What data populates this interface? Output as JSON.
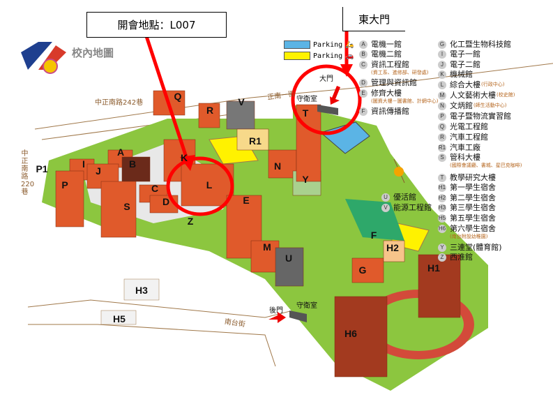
{
  "callouts": {
    "meeting": "開會地點：L007",
    "east_gate": "東大門"
  },
  "map_title": "校內地圖",
  "parking": [
    {
      "label": "Parking",
      "color": "#5bb4e5",
      "icon": "scooter-icon"
    },
    {
      "label": "Parking",
      "color": "#fff200",
      "icon": "car-icon"
    }
  ],
  "legend_left": [
    {
      "code": "A",
      "name": "電機一館"
    },
    {
      "code": "B",
      "name": "電機二館"
    },
    {
      "code": "C",
      "name": "資訊工程館",
      "note": "(資工系、進修部、研發處)"
    },
    {
      "code": "D",
      "name": "管理與資訊館"
    },
    {
      "code": "E",
      "name": "修齊大樓",
      "note": "(圖資大樓－圖書館、計網中心)"
    },
    {
      "code": "F",
      "name": "資訊傳播館"
    }
  ],
  "legend_uv": [
    {
      "code": "U",
      "name": "優活館"
    },
    {
      "code": "V",
      "name": "能源工程館"
    }
  ],
  "legend_right": [
    {
      "code": "G",
      "name": "化工暨生物科技館"
    },
    {
      "code": "I",
      "name": "電子一館"
    },
    {
      "code": "J",
      "name": "電子二館"
    },
    {
      "code": "K",
      "name": "機械館"
    },
    {
      "code": "L",
      "name": "綜合大樓",
      "note": "(行政中心)"
    },
    {
      "code": "M",
      "name": "人文藝術大樓",
      "note": "(校史館)"
    },
    {
      "code": "N",
      "name": "文炳館",
      "note": "(師生活動中心)"
    },
    {
      "code": "P",
      "name": "電子暨物流實習館"
    },
    {
      "code": "Q",
      "name": "光電工程館"
    },
    {
      "code": "R",
      "name": "汽車工程館"
    },
    {
      "code": "R1",
      "name": "汽車工廠"
    },
    {
      "code": "S",
      "name": "管科大樓",
      "note": "(國際會議廳、書城、星巴克咖啡)"
    },
    {
      "code": "T",
      "name": "教學研究大樓"
    },
    {
      "code": "H1",
      "name": "第一學生宿舍"
    },
    {
      "code": "H2",
      "name": "第二學生宿舍"
    },
    {
      "code": "H3",
      "name": "第三學生宿舍"
    },
    {
      "code": "H5",
      "name": "第五學生宿舍"
    },
    {
      "code": "H6",
      "name": "第六學生宿舍",
      "note": "(南台附設幼稚園)"
    },
    {
      "code": "Y",
      "name": "三連堂(體育館)"
    },
    {
      "code": "Z",
      "name": "西淮館"
    }
  ],
  "buildings": [
    "Q",
    "R",
    "V",
    "R1",
    "A",
    "B",
    "I",
    "J",
    "P1",
    "P",
    "S",
    "C",
    "D",
    "K",
    "L",
    "E",
    "Z",
    "N",
    "Y",
    "T",
    "M",
    "U",
    "F",
    "H2",
    "G",
    "H1",
    "H3",
    "H5",
    "H6"
  ],
  "roads": {
    "lane242": "中正南路242巷",
    "zhengnan1": "正南一街",
    "lane220": "中正南路220巷",
    "nantai": "南台街"
  },
  "gates": {
    "main_gate": "大門",
    "guard_main": "守衛室",
    "back_gate": "後門",
    "guard_back": "守衛室"
  },
  "colors": {
    "highlight": "#ff0000",
    "building": "#e05a2b",
    "grass": "#8cc63f"
  }
}
